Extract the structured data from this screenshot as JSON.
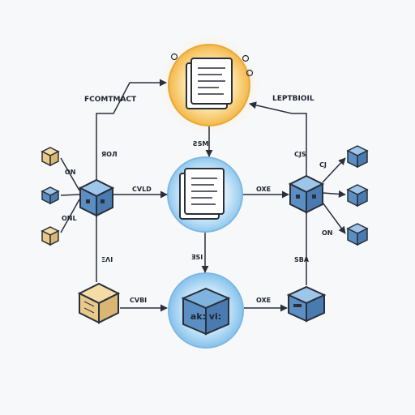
{
  "labels": {
    "top_left_arrow": "FCOMTMACT",
    "top_right_arrow": "LEPTBIOIL",
    "left_mid_arrow": "CVLD",
    "center_right_arrow": "OXE",
    "bottom_left_arrow": "CVBI",
    "bottom_right_arrow": "OXE",
    "left_vertical_top": "ЯОЛ",
    "left_vertical_bottom": "ΞΛI",
    "center_vertical_top": "ƧSM",
    "center_vertical_bottom": "ƎSI",
    "right_vertical_top": "CJS",
    "right_vertical_bottom": "SBA",
    "left_node_upper": "ON",
    "left_node_lower": "ONL",
    "right_node_upper": "CJ",
    "right_node_lower": "ON",
    "bottom_cube_text": "ak: vi:"
  },
  "colors": {
    "top_glow": "#f7c35a",
    "mid_glow": "#8ec7ef",
    "bottom_glow": "#8ec7ef",
    "cube_blue": "#5b8fc4",
    "cube_tan": "#e9c98b",
    "line": "#2a2f3a"
  }
}
